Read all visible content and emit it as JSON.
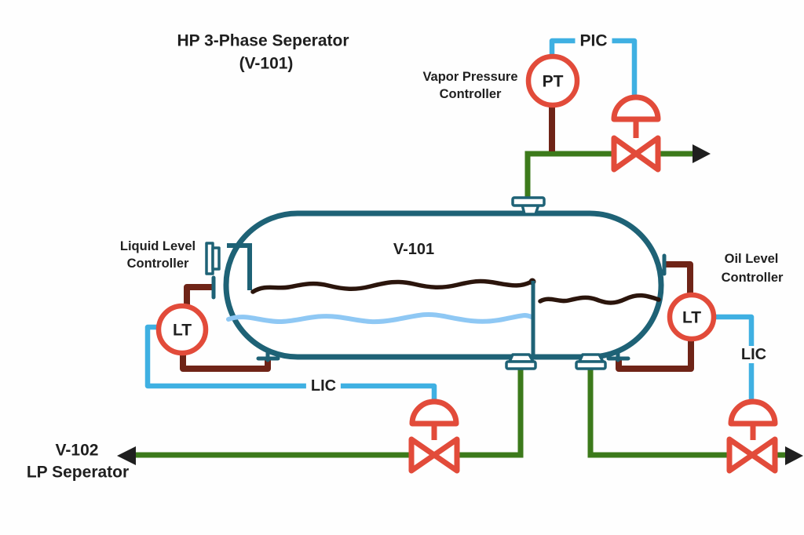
{
  "title": {
    "line1": "HP 3-Phase Seperator",
    "line2": "(V-101)"
  },
  "vessel": {
    "tag": "V-101"
  },
  "instruments": {
    "pressure_transmitter": {
      "tag": "PT",
      "label_line1": "Vapor Pressure",
      "label_line2": "Controller",
      "signal_label": "PIC"
    },
    "level_transmitter_left": {
      "tag": "LT",
      "label_line1": "Liquid Level",
      "label_line2": "Controller",
      "signal_label": "LIC"
    },
    "level_transmitter_right": {
      "tag": "LT",
      "label_line1": "Oil Level",
      "label_line2": "Controller",
      "signal_label": "LIC"
    }
  },
  "destination": {
    "line1": "V-102",
    "line2": "LP Seperator"
  },
  "colors": {
    "teal": "#1e6276",
    "maroon": "#6f2417",
    "green": "#3c7a1b",
    "blue": "#3fb0e2",
    "red": "#e24b3a",
    "oil": "#2b150c",
    "water": "#8fc8f4",
    "ink": "#1f1f1f"
  }
}
